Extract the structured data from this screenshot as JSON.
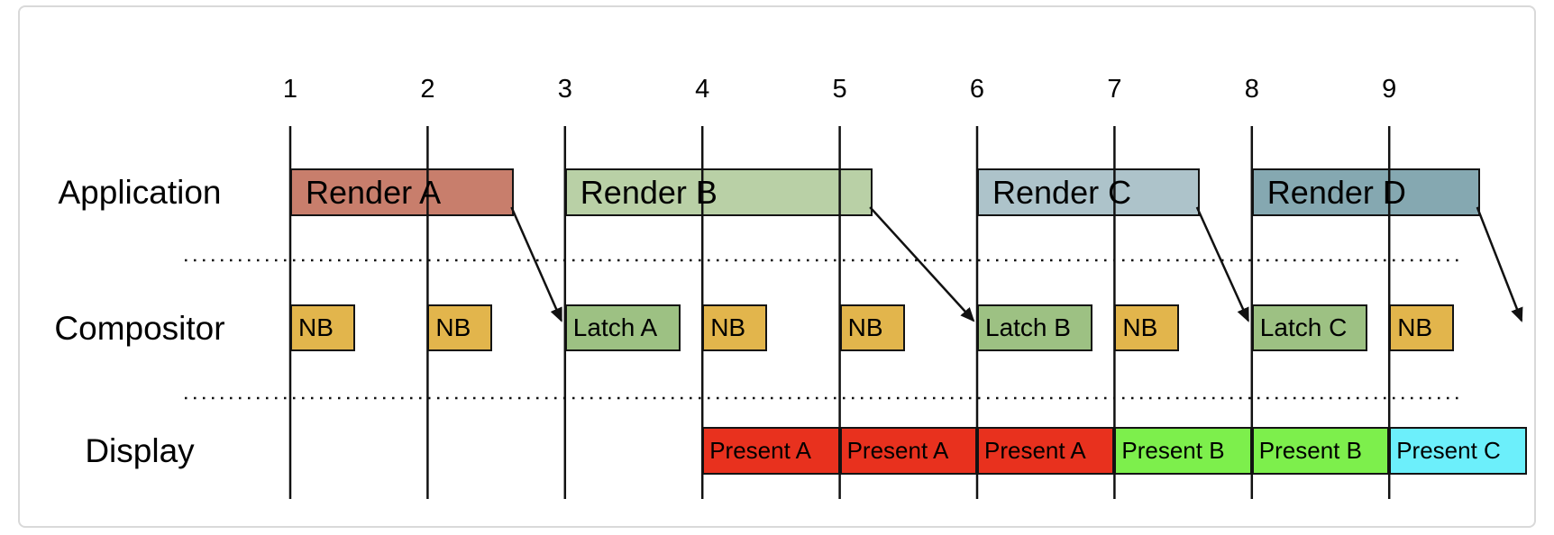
{
  "diagram": {
    "description": "frame pacing timeline: application renders, compositor latches, display presents",
    "row_labels": [
      "Application",
      "Compositor",
      "Display"
    ],
    "tick_labels": [
      "1",
      "2",
      "3",
      "4",
      "5",
      "6",
      "7",
      "8",
      "9"
    ],
    "colors": {
      "render_a": "#C87E6C",
      "render_b": "#B9D0A6",
      "render_c": "#ADC3CA",
      "render_d": "#85A8B1",
      "nb": "#E2B54C",
      "latch": "#9DC183",
      "present_a": "#E8311E",
      "present_b": "#7DEF4C",
      "present_c": "#6CEFFB",
      "line": "#111111",
      "frame_border": "#d9d9d9"
    },
    "application_blocks": [
      {
        "label": "Render A",
        "start_tick": 1.0,
        "end_tick": 2.63,
        "color_key": "render_a"
      },
      {
        "label": "Render B",
        "start_tick": 3.0,
        "end_tick": 5.24,
        "color_key": "render_b"
      },
      {
        "label": "Render C",
        "start_tick": 6.0,
        "end_tick": 7.62,
        "color_key": "render_c"
      },
      {
        "label": "Render D",
        "start_tick": 8.0,
        "end_tick": 9.66,
        "color_key": "render_d"
      }
    ],
    "compositor_blocks": [
      {
        "label": "NB",
        "tick": 1,
        "kind": "nb"
      },
      {
        "label": "NB",
        "tick": 2,
        "kind": "nb"
      },
      {
        "label": "Latch A",
        "tick": 3,
        "kind": "latch"
      },
      {
        "label": "NB",
        "tick": 4,
        "kind": "nb"
      },
      {
        "label": "NB",
        "tick": 5,
        "kind": "nb"
      },
      {
        "label": "Latch B",
        "tick": 6,
        "kind": "latch"
      },
      {
        "label": "NB",
        "tick": 7,
        "kind": "nb"
      },
      {
        "label": "Latch C",
        "tick": 8,
        "kind": "latch"
      },
      {
        "label": "NB",
        "tick": 9,
        "kind": "nb"
      }
    ],
    "display_blocks": [
      {
        "label": "Present A",
        "start_tick": 4,
        "end_tick": 5,
        "color_key": "present_a"
      },
      {
        "label": "Present A",
        "start_tick": 5,
        "end_tick": 6,
        "color_key": "present_a"
      },
      {
        "label": "Present A",
        "start_tick": 6,
        "end_tick": 7,
        "color_key": "present_a"
      },
      {
        "label": "Present B",
        "start_tick": 7,
        "end_tick": 8,
        "color_key": "present_b"
      },
      {
        "label": "Present B",
        "start_tick": 8,
        "end_tick": 9,
        "color_key": "present_b"
      },
      {
        "label": "Present C",
        "start_tick": 9,
        "end_tick": 10,
        "color_key": "present_c"
      }
    ],
    "arrows": [
      {
        "from": "Render A",
        "to": "Latch A"
      },
      {
        "from": "Render B",
        "to": "Latch B"
      },
      {
        "from": "Render C",
        "to": "Latch C"
      },
      {
        "from": "Render D",
        "to": null
      }
    ]
  }
}
